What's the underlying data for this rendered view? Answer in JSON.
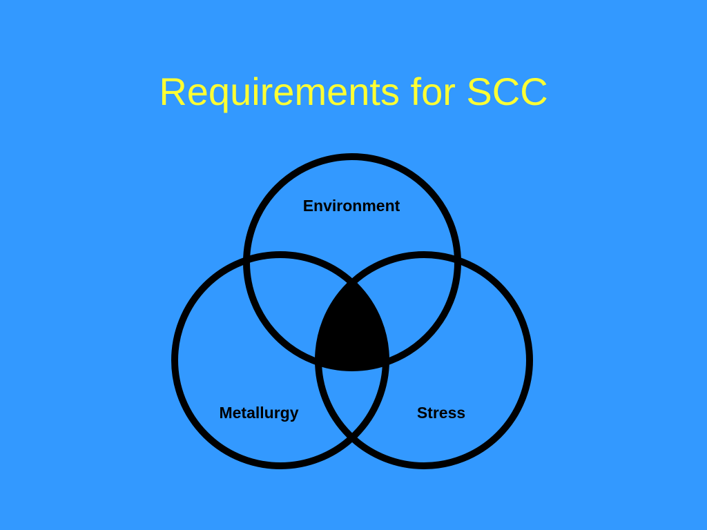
{
  "slide": {
    "title": "Requirements for SCC",
    "colors": {
      "background": "#3399FF",
      "title": "#FFFF33",
      "stroke": "#000000",
      "label": "#000000",
      "intersection_fill": "#000000"
    }
  },
  "diagram": {
    "circles": [
      {
        "id": "environment",
        "label": "Environment"
      },
      {
        "id": "metallurgy",
        "label": "Metallurgy"
      },
      {
        "id": "stress",
        "label": "Stress"
      }
    ],
    "intersection": {
      "highlighted": true
    }
  }
}
